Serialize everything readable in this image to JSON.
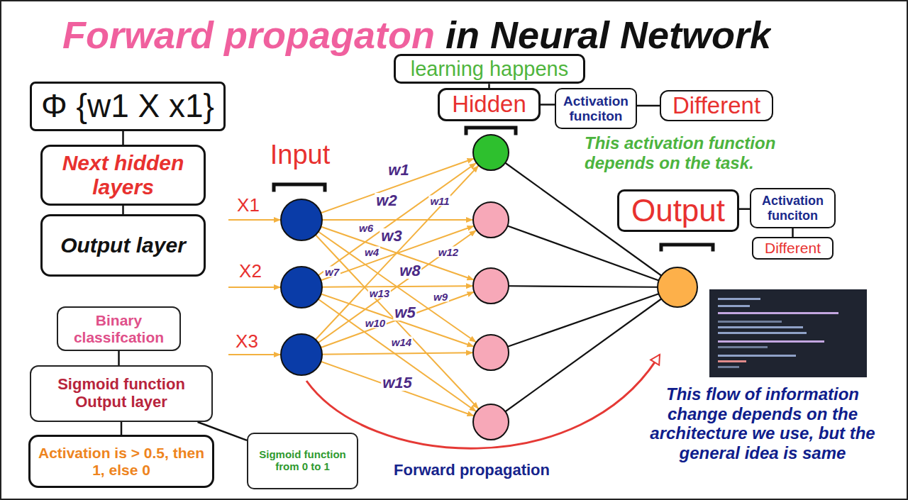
{
  "diagram": {
    "title": "Forward propagaton in Neural Network",
    "nodes": [
      {
        "text": [
          "Φ {w1 X x1}"
        ]
      },
      {
        "text": [
          "Next hidden layers"
        ]
      },
      {
        "text": [
          "Output layer"
        ]
      },
      {
        "text": [
          "Binary classifcation"
        ]
      },
      {
        "text": [
          "Sigmoid function Output layer"
        ]
      },
      {
        "text": [
          "Activation is > 0.5, then 1, else 0"
        ]
      },
      {
        "text": [
          "Sigmoid function from 0 to 1"
        ]
      },
      {
        "text": [
          "learning happens"
        ]
      },
      {
        "text": [
          "Hidden"
        ]
      },
      {
        "text": [
          "Activation funciton"
        ]
      },
      {
        "text": [
          "Different"
        ]
      },
      {
        "text": [
          "Output"
        ]
      },
      {
        "text": [
          "Activation funciton"
        ]
      },
      {
        "text": [
          "Different"
        ]
      }
    ],
    "edges": [
      {
        "from": 0,
        "to": 1,
        "arrow": "none"
      },
      {
        "from": 1,
        "to": 2,
        "arrow": "none"
      },
      {
        "from": 3,
        "to": 4,
        "arrow": "none"
      },
      {
        "from": 4,
        "to": 5,
        "arrow": "none"
      },
      {
        "from": 4,
        "to": 6,
        "arrow": "none"
      },
      {
        "from": 7,
        "to": 8,
        "arrow": "none"
      },
      {
        "from": 8,
        "to": 9,
        "arrow": "none"
      },
      {
        "from": 9,
        "to": 10,
        "arrow": "none"
      },
      {
        "from": 11,
        "to": 12,
        "arrow": "none"
      },
      {
        "from": 12,
        "to": 13,
        "arrow": "none"
      }
    ],
    "labels": [
      "Input",
      "X1",
      "X2",
      "X3",
      "w1",
      "w2",
      "w11",
      "w6",
      "w3",
      "w4",
      "w12",
      "w7",
      "w8",
      "w13",
      "w9",
      "w5",
      "w10",
      "w14",
      "w15",
      "This activation function depends on the task.",
      "Forward propagation",
      "This flow of information change depends on the architecture we use, but the general idea is same"
    ]
  }
}
